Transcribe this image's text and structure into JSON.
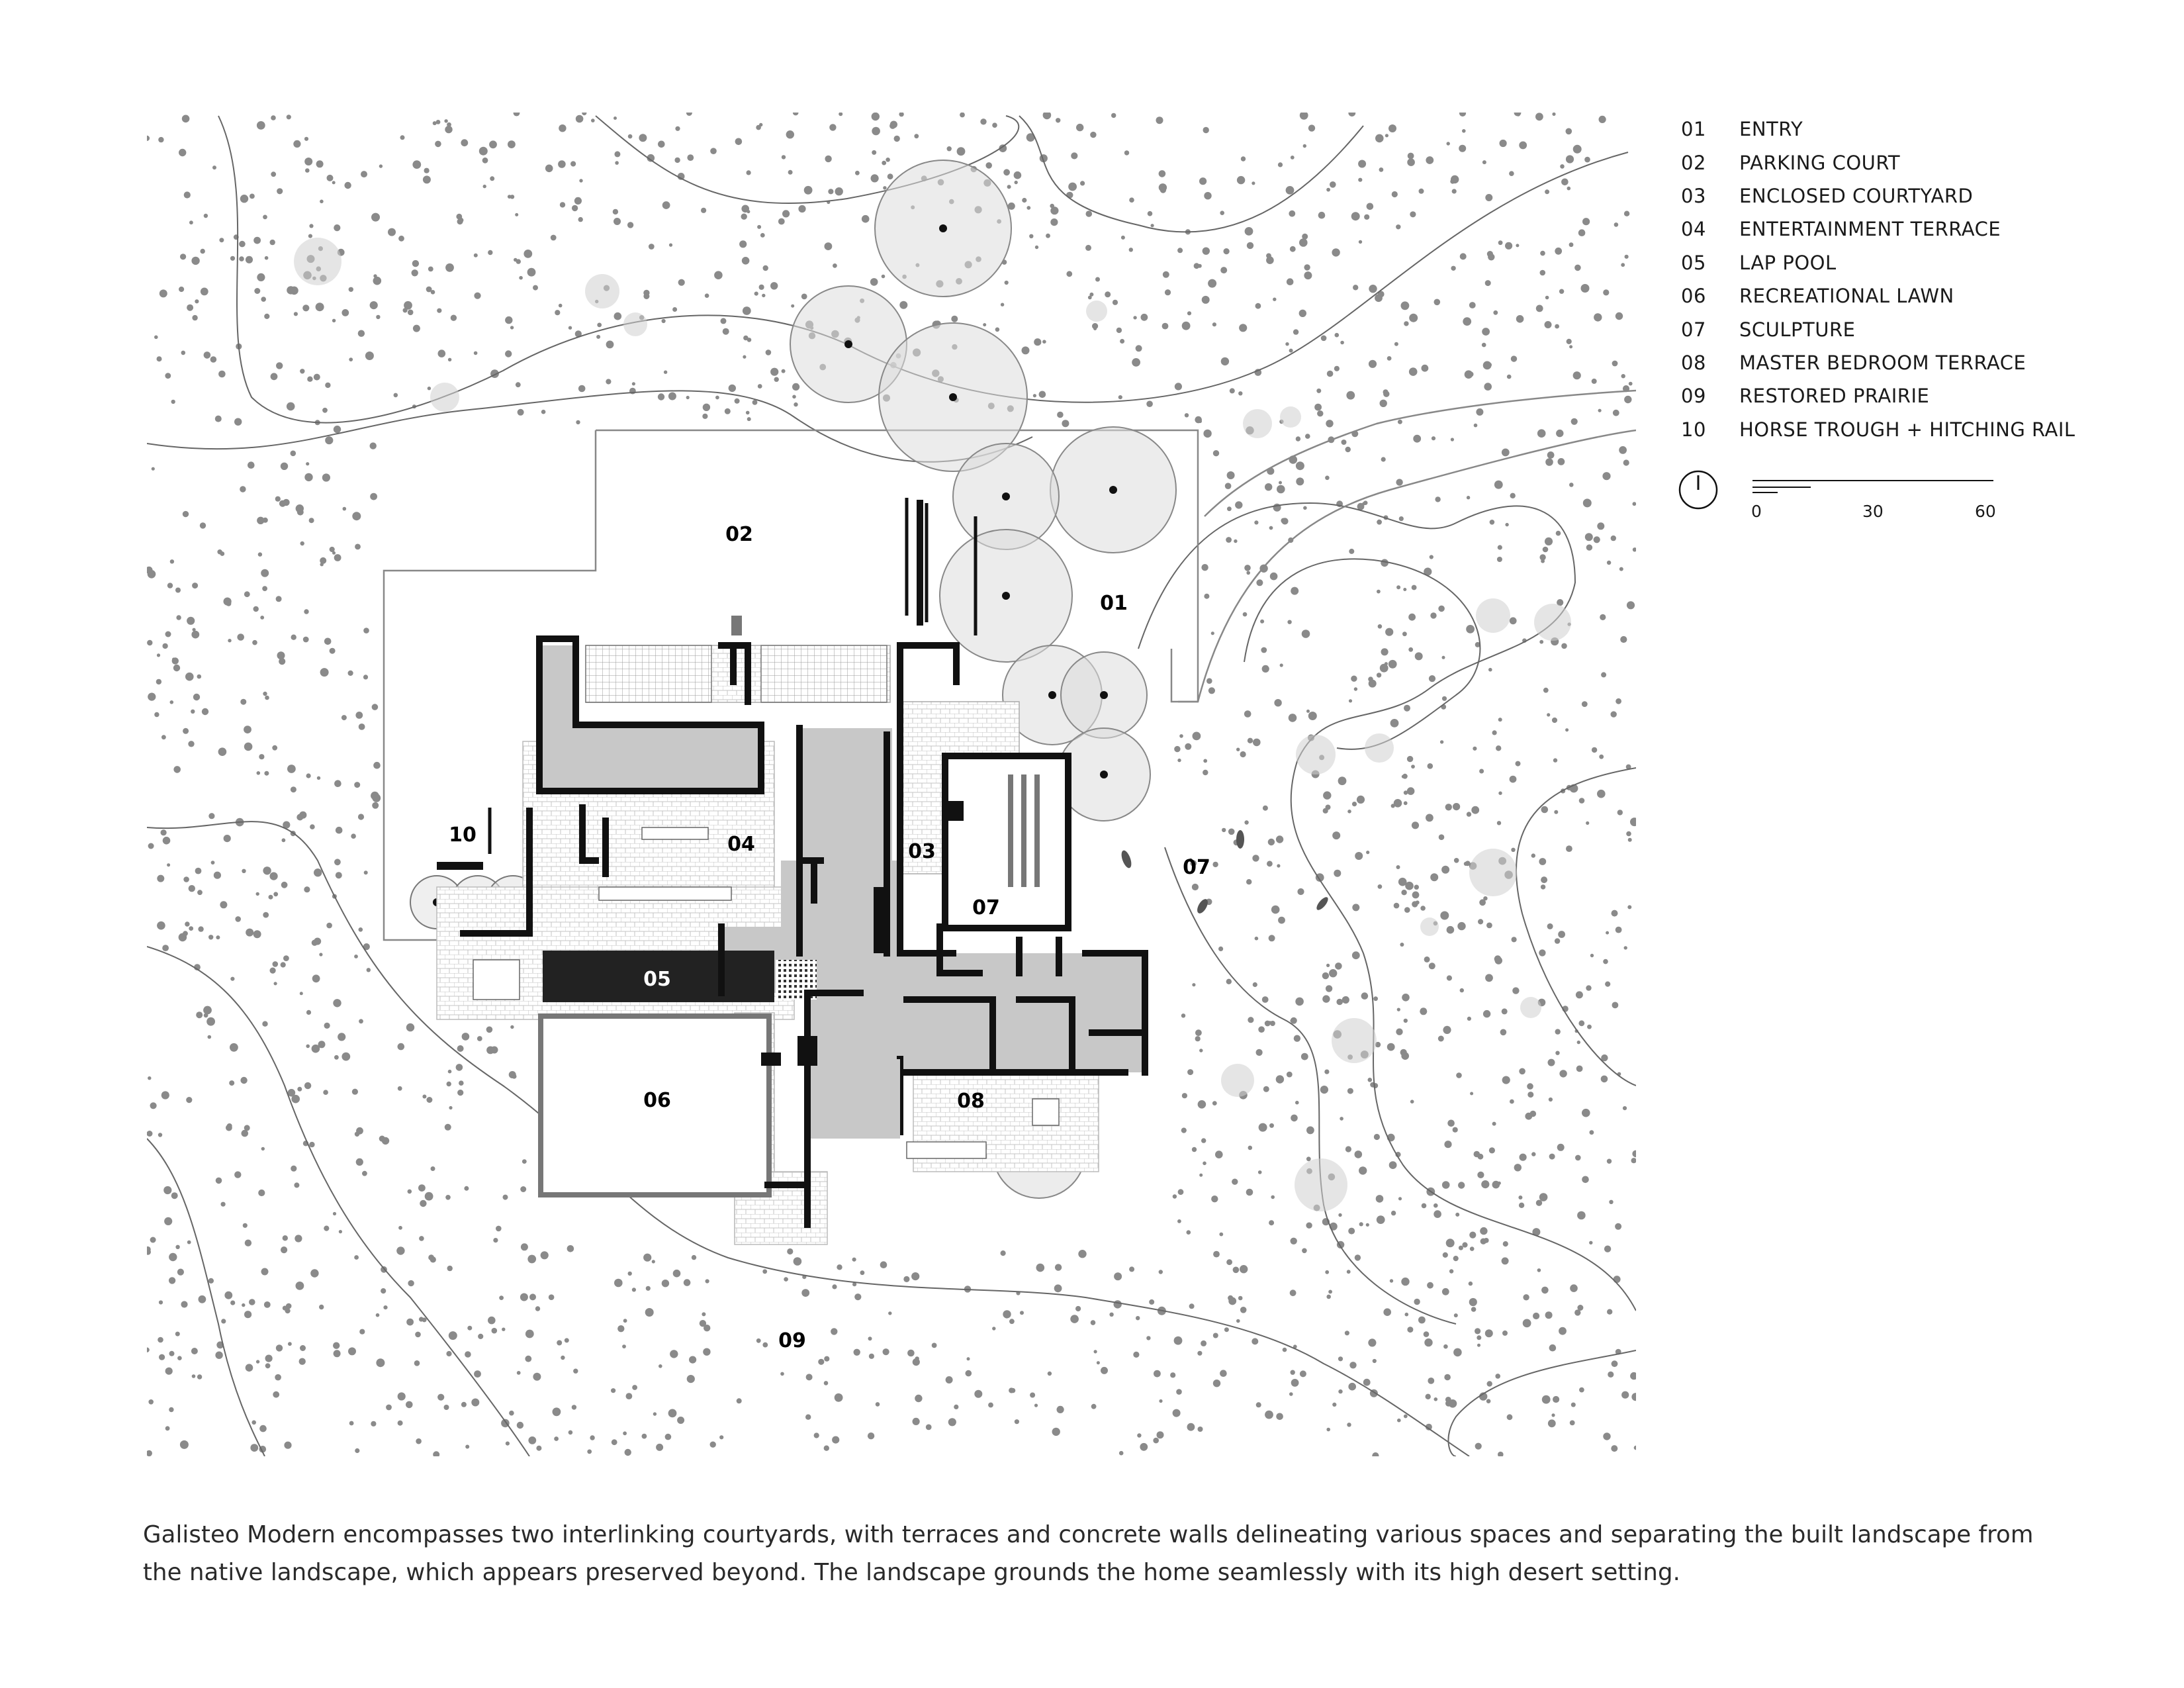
{
  "legend": [
    {
      "num": "01",
      "label": "ENTRY"
    },
    {
      "num": "02",
      "label": "PARKING COURT"
    },
    {
      "num": "03",
      "label": "ENCLOSED COURTYARD"
    },
    {
      "num": "04",
      "label": "ENTERTAINMENT TERRACE"
    },
    {
      "num": "05",
      "label": "LAP POOL"
    },
    {
      "num": "06",
      "label": "RECREATIONAL LAWN"
    },
    {
      "num": "07",
      "label": "SCULPTURE"
    },
    {
      "num": "08",
      "label": "MASTER BEDROOM TERRACE"
    },
    {
      "num": "09",
      "label": "RESTORED PRAIRIE"
    },
    {
      "num": "10",
      "label": "HORSE TROUGH + HITCHING RAIL"
    }
  ],
  "scale": {
    "ticks": [
      "0",
      "30",
      "60"
    ],
    "north_icon": "north-arrow-icon"
  },
  "plan_labels": {
    "l01": "01",
    "l02": "02",
    "l03": "03",
    "l04": "04",
    "l05": "05",
    "l06": "06",
    "l07a": "07",
    "l07b": "07",
    "l08": "08",
    "l09": "09",
    "l10": "10"
  },
  "caption": "Galisteo Modern encompasses two interlinking courtyards, with terraces and concrete walls delineating various spaces and separating the built landscape from the native landscape, which appears preserved beyond. The landscape grounds the home seamlessly with its high desert setting.",
  "colors": {
    "wall": "#111111",
    "building_fill": "#c8c8c8",
    "tree_canopy": "#dcdcdc",
    "shrub_dot": "#8a8a8a",
    "contour": "#666666"
  }
}
